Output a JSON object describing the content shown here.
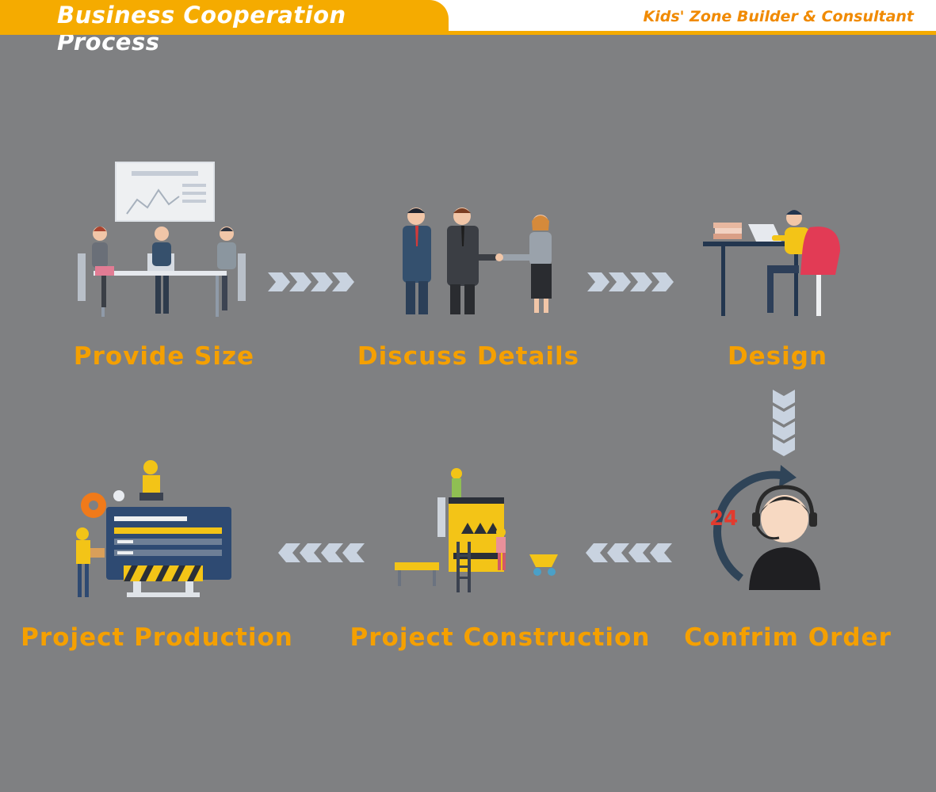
{
  "header": {
    "title": "Business Cooperation Process",
    "tagline": "Kids' Zone Builder & Consultant"
  },
  "steps": [
    {
      "label": "Provide Size",
      "icon": "meeting-icon"
    },
    {
      "label": "Discuss Details",
      "icon": "handshake-icon"
    },
    {
      "label": "Design",
      "icon": "designer-desk-icon"
    },
    {
      "label": "Confrim Order",
      "icon": "support-24-icon"
    },
    {
      "label": "Project Construction",
      "icon": "construction-site-icon"
    },
    {
      "label": "Project Production",
      "icon": "production-icon"
    }
  ],
  "support_badge": "24",
  "colors": {
    "accent": "#f5ab00",
    "label": "#f5a000",
    "background": "#7f8082",
    "arrow": "#c9d3e0"
  }
}
